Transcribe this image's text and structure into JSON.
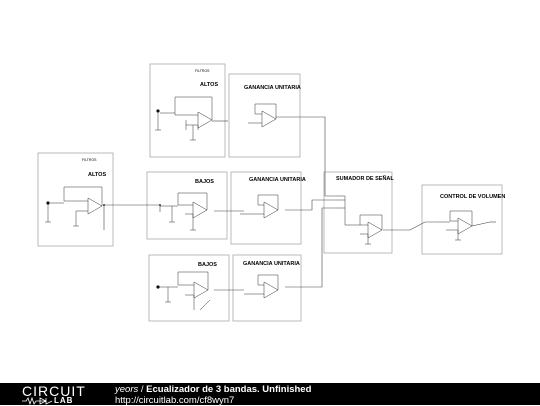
{
  "blocks": {
    "filtros_altos_top": {
      "subtitle": "FILTROS",
      "title": "ALTOS"
    },
    "ganancia_top": {
      "title": "GANANCIA UNITARIA"
    },
    "filtros_altos_left": {
      "subtitle": "FILTROS",
      "title": "ALTOS"
    },
    "bajos_mid": {
      "title": "BAJOS"
    },
    "ganancia_mid": {
      "title": "GANANCIA UNITARIA"
    },
    "sumador": {
      "title": "SUMADOR DE SEÑAL"
    },
    "control": {
      "title": "CONTROL DE VOLUMEN"
    },
    "bajos_bottom": {
      "title": "BAJOS"
    },
    "ganancia_bottom": {
      "title": "GANANCIA UNITARIA"
    }
  },
  "footer": {
    "logo_top": "CIRCUIT",
    "logo_bottom": "LAB",
    "author": "yeors",
    "separator": " / ",
    "title": "Ecualizador de 3 bandas. Unfinished",
    "url": "http://circuitlab.com/cf8wyn7"
  }
}
